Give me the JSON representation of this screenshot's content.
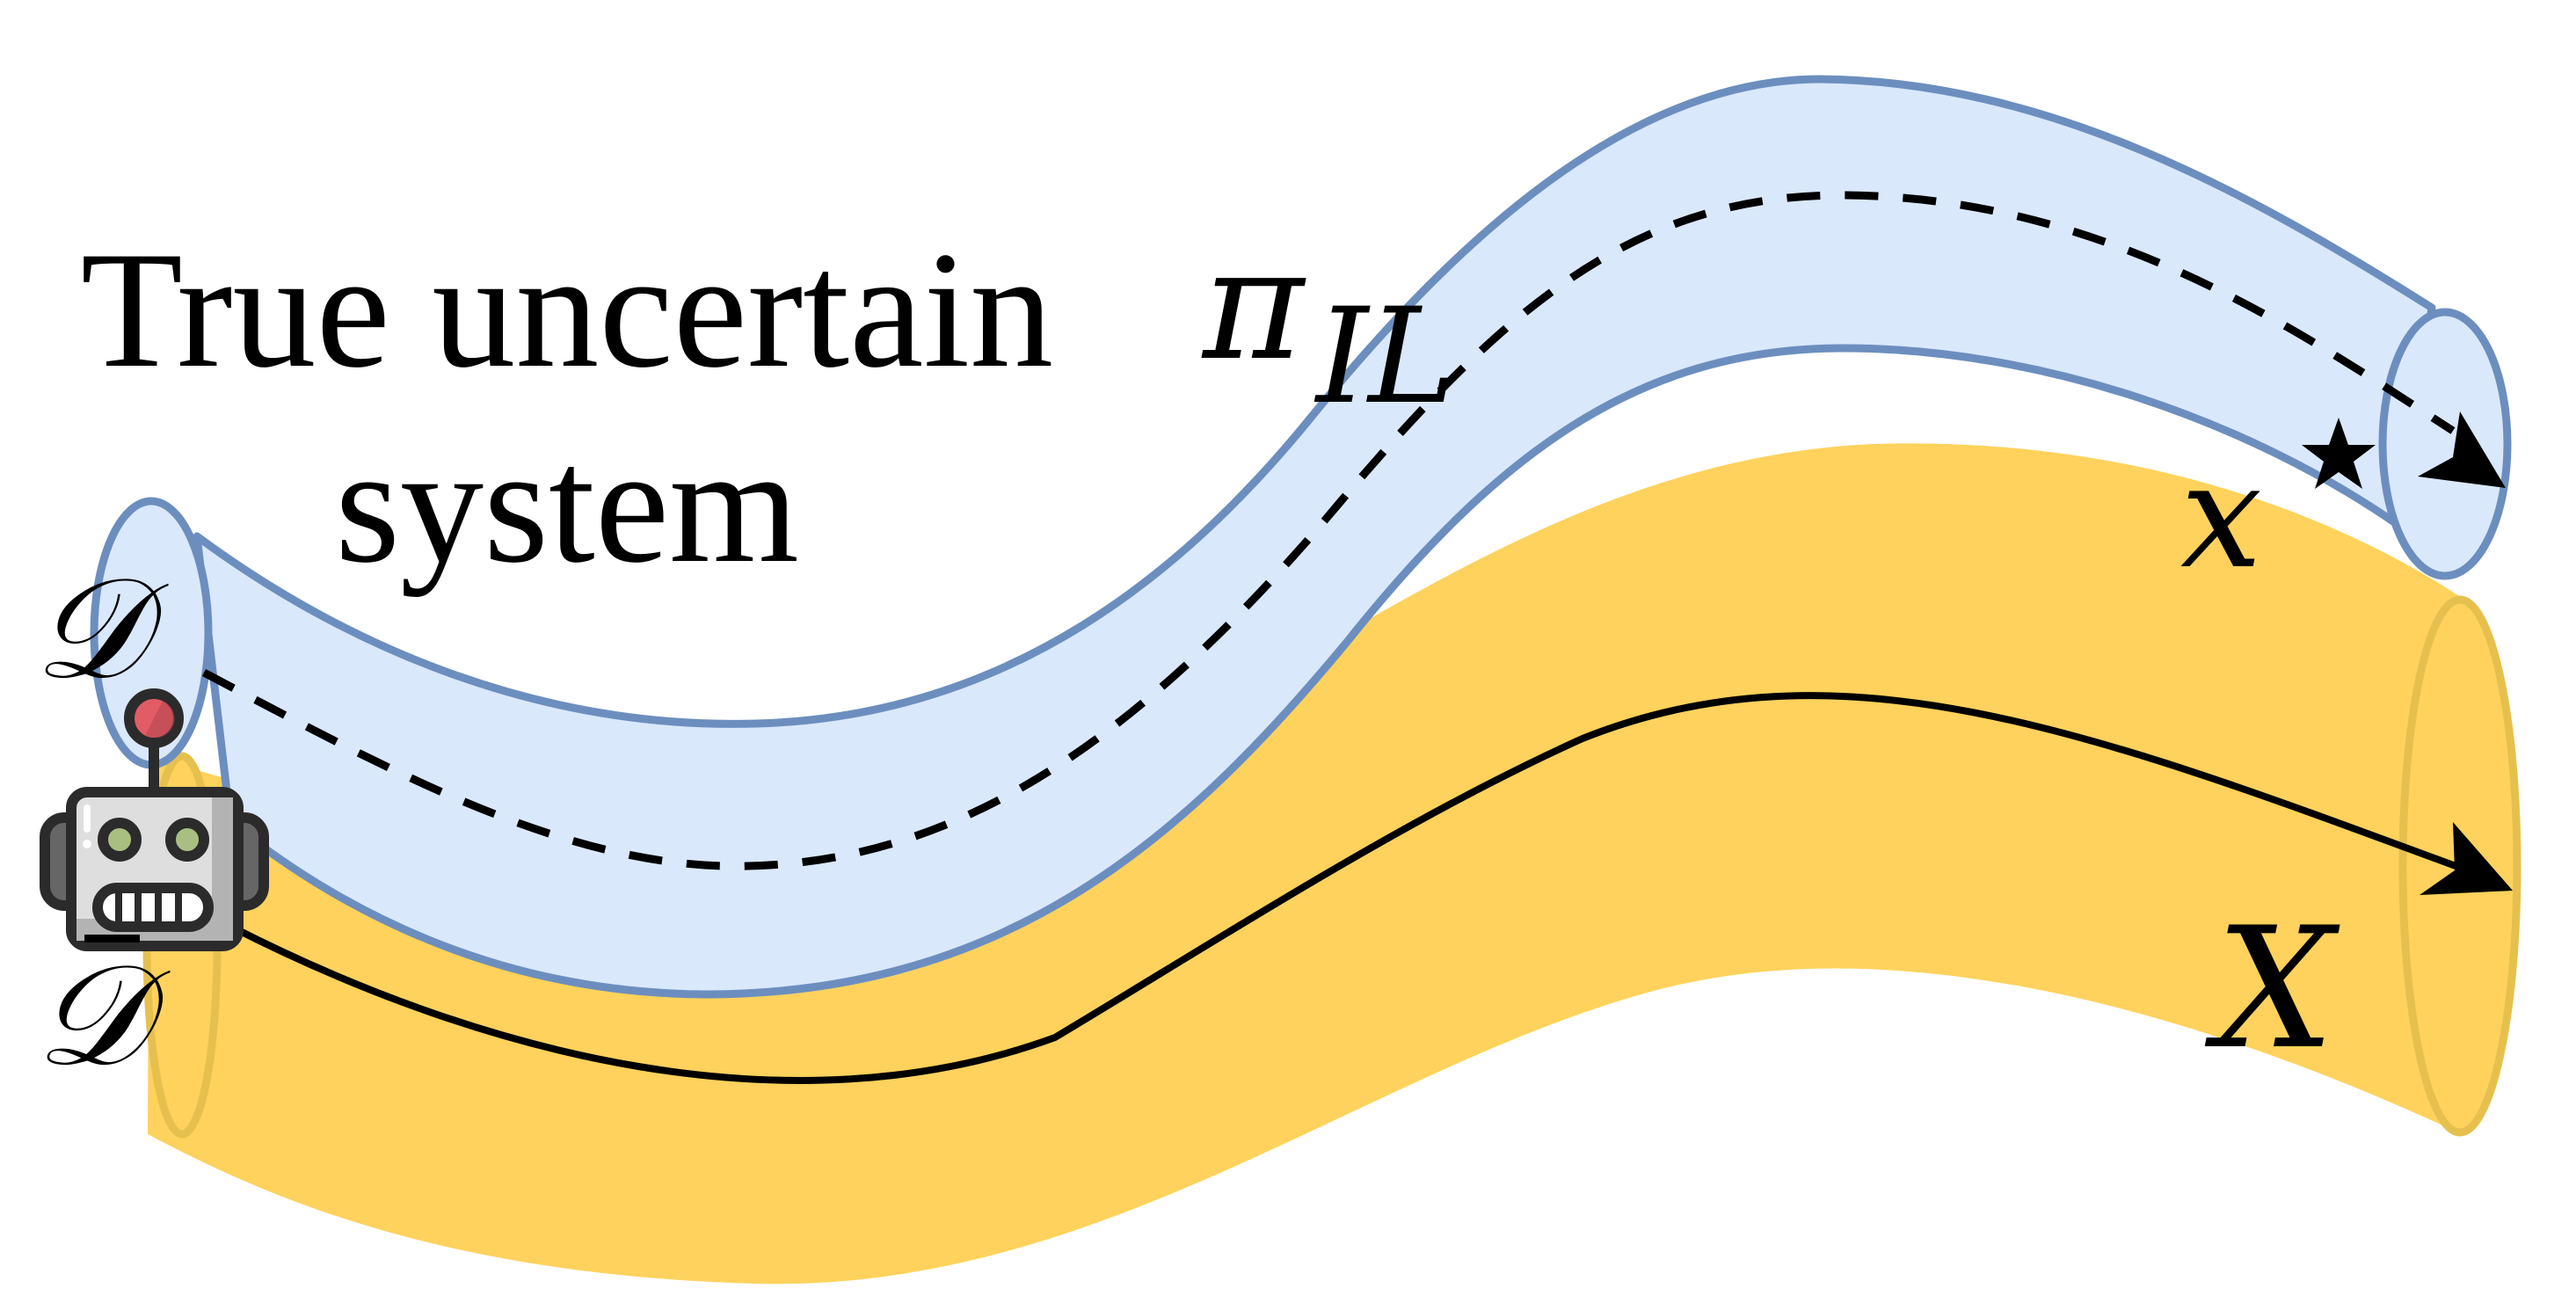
{
  "title": {
    "line1": "True uncertain",
    "line2": "system"
  },
  "labels": {
    "D": "𝒟",
    "D_bar": "𝒟",
    "pi": "π",
    "pi_subscript": "IL",
    "x": "x",
    "x_superscript": "⋆",
    "X": "X"
  },
  "colors": {
    "blue_fill": "#dae8fc",
    "blue_stroke": "#6c8ebf",
    "yellow_fill": "#fed25c",
    "yellow_stroke": "#e6c04f",
    "path_stroke": "#000000",
    "robot_face": "#dedede",
    "robot_shadow": "#b3b3b3",
    "robot_outline": "#2b2b2b",
    "robot_eye": "#a9bf82",
    "robot_antenna": "#e25c66",
    "robot_ear": "#666666"
  },
  "elements": {
    "blue_tube": "imitation-learning policy tube",
    "yellow_tube": "true uncertain system tube",
    "dashed_path": "nominal trajectory to x*",
    "solid_path": "true system trajectory to X",
    "robot": "robot-icon"
  }
}
